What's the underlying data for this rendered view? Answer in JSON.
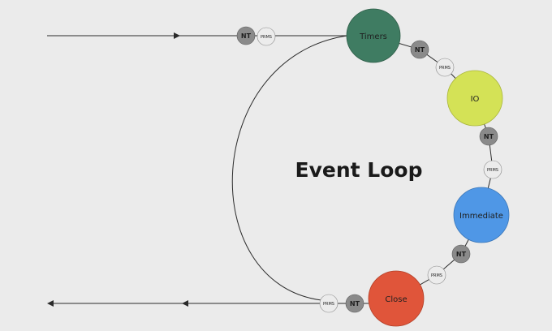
{
  "title": "Event Loop",
  "colors": {
    "background": "#ebebeb",
    "line": "#2b2b2b",
    "nt": "#8a8a8a",
    "prms": "#ececec",
    "timers": "#3f7c62",
    "io": "#d4e256",
    "immediate": "#4f97e6",
    "close": "#e0553a"
  },
  "phases": {
    "timers": "Timers",
    "io": "IO",
    "immediate": "Immediate",
    "close": "Close"
  },
  "nt_label": "NT",
  "prms_label": "PRMS"
}
